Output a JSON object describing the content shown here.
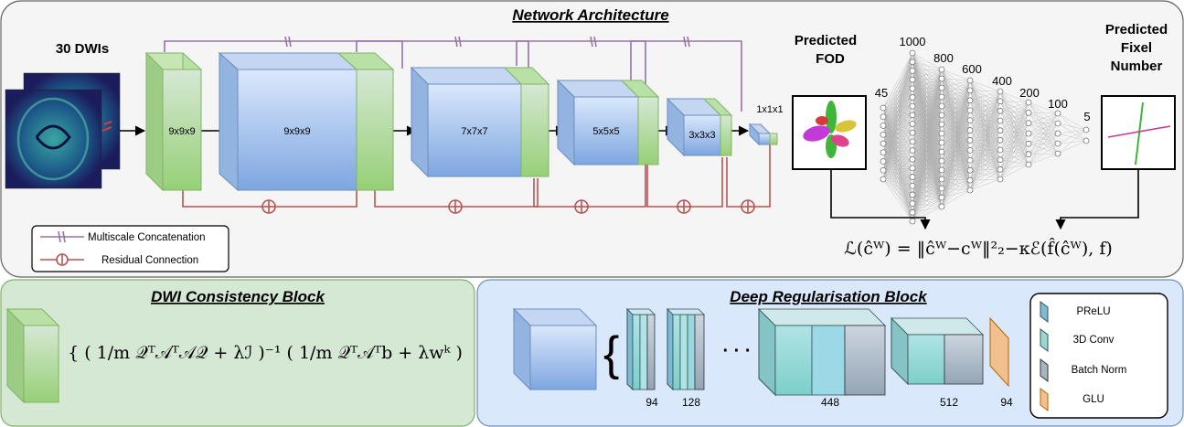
{
  "top": {
    "title": "Network Architecture",
    "input_label": "30 DWIs",
    "cube_labels": [
      "9x9x9",
      "9x9x9",
      "7x7x7",
      "5x5x5",
      "3x3x3",
      "1x1x1"
    ],
    "predicted_fod": [
      "Predicted",
      "FOD"
    ],
    "predicted_fixel": [
      "Predicted",
      "Fixel",
      "Number"
    ],
    "fc_layers": [
      "45",
      "1000",
      "800",
      "600",
      "400",
      "200",
      "100",
      "5"
    ],
    "loss": "ℒ(ĉᵂ) = ‖ĉᵂ−cᵂ‖²₂−κℰ(f̂(ĉᵂ), f)"
  },
  "legend": {
    "multiscale": "Multiscale Concatenation",
    "residual": "Residual Connection"
  },
  "dwi_block": {
    "title": "DWI Consistency Block",
    "formula": "{ ( 1/m 𝒬ᵀ𝒜ᵀ𝒜𝒬 + λℐ )⁻¹ ( 1/m 𝒬ᵀ𝒜ᵀb + λwᵏ )"
  },
  "reg_block": {
    "title": "Deep Regularisation Block",
    "counts": [
      "94",
      "128",
      "448",
      "512",
      "94"
    ],
    "dots": "· · ·",
    "legend": [
      "PReLU",
      "3D Conv",
      "Batch Norm",
      "GLU"
    ]
  },
  "colors": {
    "green": "#b9e0a5",
    "blue": "#a9c4eb",
    "purple": "#9673a6",
    "red": "#b85450",
    "teal": "#9ad7d3",
    "grey": "#a7b4c2",
    "orange": "#f0c08f",
    "green_panel": "#d5e8d4",
    "blue_panel": "#dae8fc"
  }
}
